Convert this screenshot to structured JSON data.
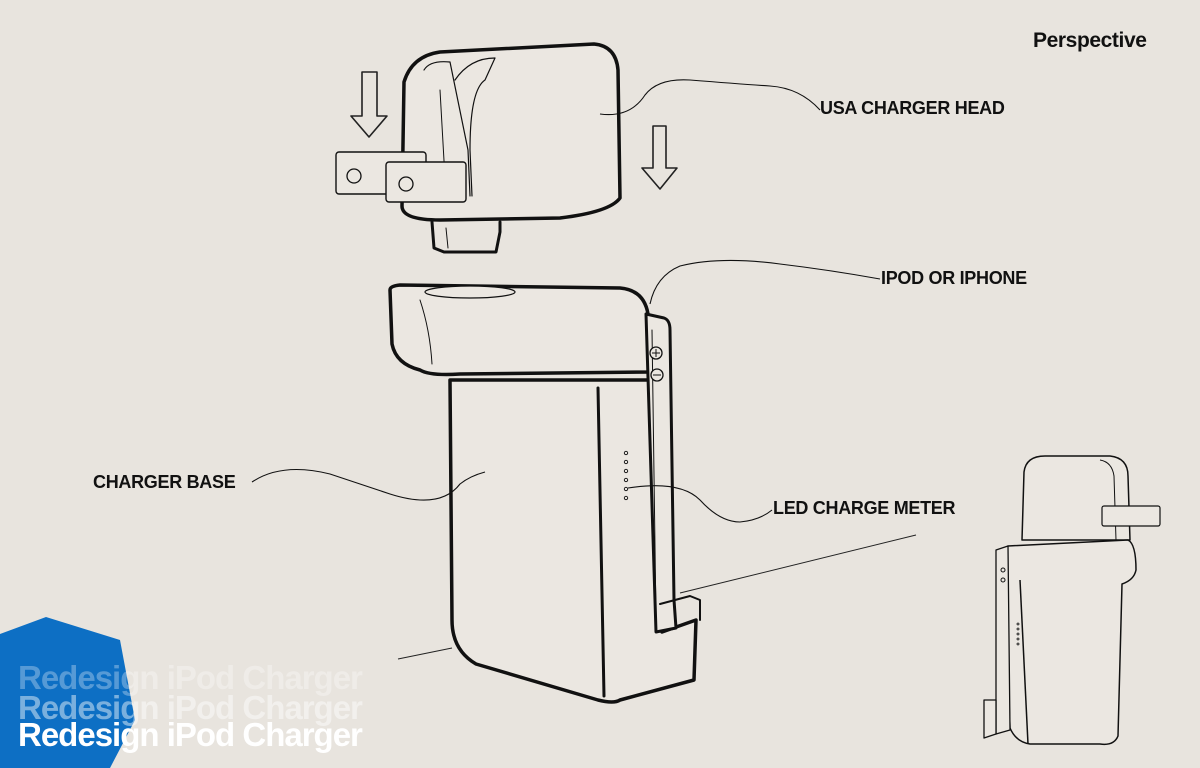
{
  "view_title": "Perspective",
  "callouts": {
    "head": "USA CHARGER HEAD",
    "ipod": "IPOD OR IPHONE",
    "base": "CHARGER BASE",
    "led": "LED CHARGE METER"
  },
  "buttons": {
    "plus": "+",
    "minus": "−"
  },
  "banner": {
    "title": "Redesign iPod Charger",
    "echo_1": "Redesign iPod Charger",
    "echo_2": "Redesign iPod Charger"
  },
  "colors": {
    "background": "#e8e4de",
    "ink": "#111111",
    "accent": "#0d6fc4"
  }
}
